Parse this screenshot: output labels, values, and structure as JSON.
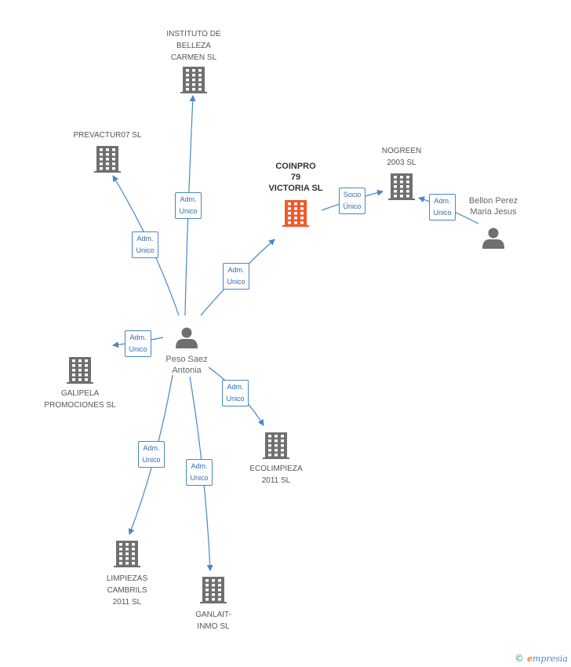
{
  "diagram": {
    "companies": [
      {
        "id": "instituto",
        "label": "INSTITUTO DE\nBELLEZA\nCARMEN SL",
        "focus": false
      },
      {
        "id": "prevactur",
        "label": "PREVACTUR07 SL",
        "focus": false
      },
      {
        "id": "coinpro",
        "label": "COINPRO\n79\nVICTORIA SL",
        "focus": true
      },
      {
        "id": "nogreen",
        "label": "NOGREEN\n2003 SL",
        "focus": false
      },
      {
        "id": "galipela",
        "label": "GALIPELA\nPROMOCIONES SL",
        "focus": false
      },
      {
        "id": "ecolimpieza",
        "label": "ECOLIMPIEZA\n2011 SL",
        "focus": false
      },
      {
        "id": "limpiezas",
        "label": "LIMPIEZAS\nCAMBRILS\n2011 SL",
        "focus": false
      },
      {
        "id": "ganlait",
        "label": "GANLAIT-\nINMO SL",
        "focus": false
      }
    ],
    "persons": [
      {
        "id": "peso",
        "label": "Peso Saez\nAntonia"
      },
      {
        "id": "bellon",
        "label": "Bellon Perez\nMaria Jesus"
      }
    ],
    "edges": [
      {
        "from": "peso",
        "to": "instituto",
        "label": "Adm.\nUnico"
      },
      {
        "from": "peso",
        "to": "prevactur",
        "label": "Adm.\nUnico"
      },
      {
        "from": "peso",
        "to": "coinpro",
        "label": "Adm.\nUnico"
      },
      {
        "from": "peso",
        "to": "galipela",
        "label": "Adm.\nUnico"
      },
      {
        "from": "peso",
        "to": "ecolimpieza",
        "label": "Adm.\nUnico"
      },
      {
        "from": "peso",
        "to": "limpiezas",
        "label": "Adm.\nUnico"
      },
      {
        "from": "peso",
        "to": "ganlait",
        "label": "Adm.\nUnico"
      },
      {
        "from": "coinpro",
        "to": "nogreen",
        "label": "Socio\nÚnico"
      },
      {
        "from": "bellon",
        "to": "nogreen",
        "label": "Adm.\nUnico"
      }
    ]
  },
  "colors": {
    "edge": "#4a86c8",
    "building": "#6f6f6f",
    "building_focus": "#f05a28",
    "person": "#6f6f6f"
  },
  "footer": {
    "copyright": "©",
    "brand_initial": "e",
    "brand_rest": "mpresia"
  }
}
